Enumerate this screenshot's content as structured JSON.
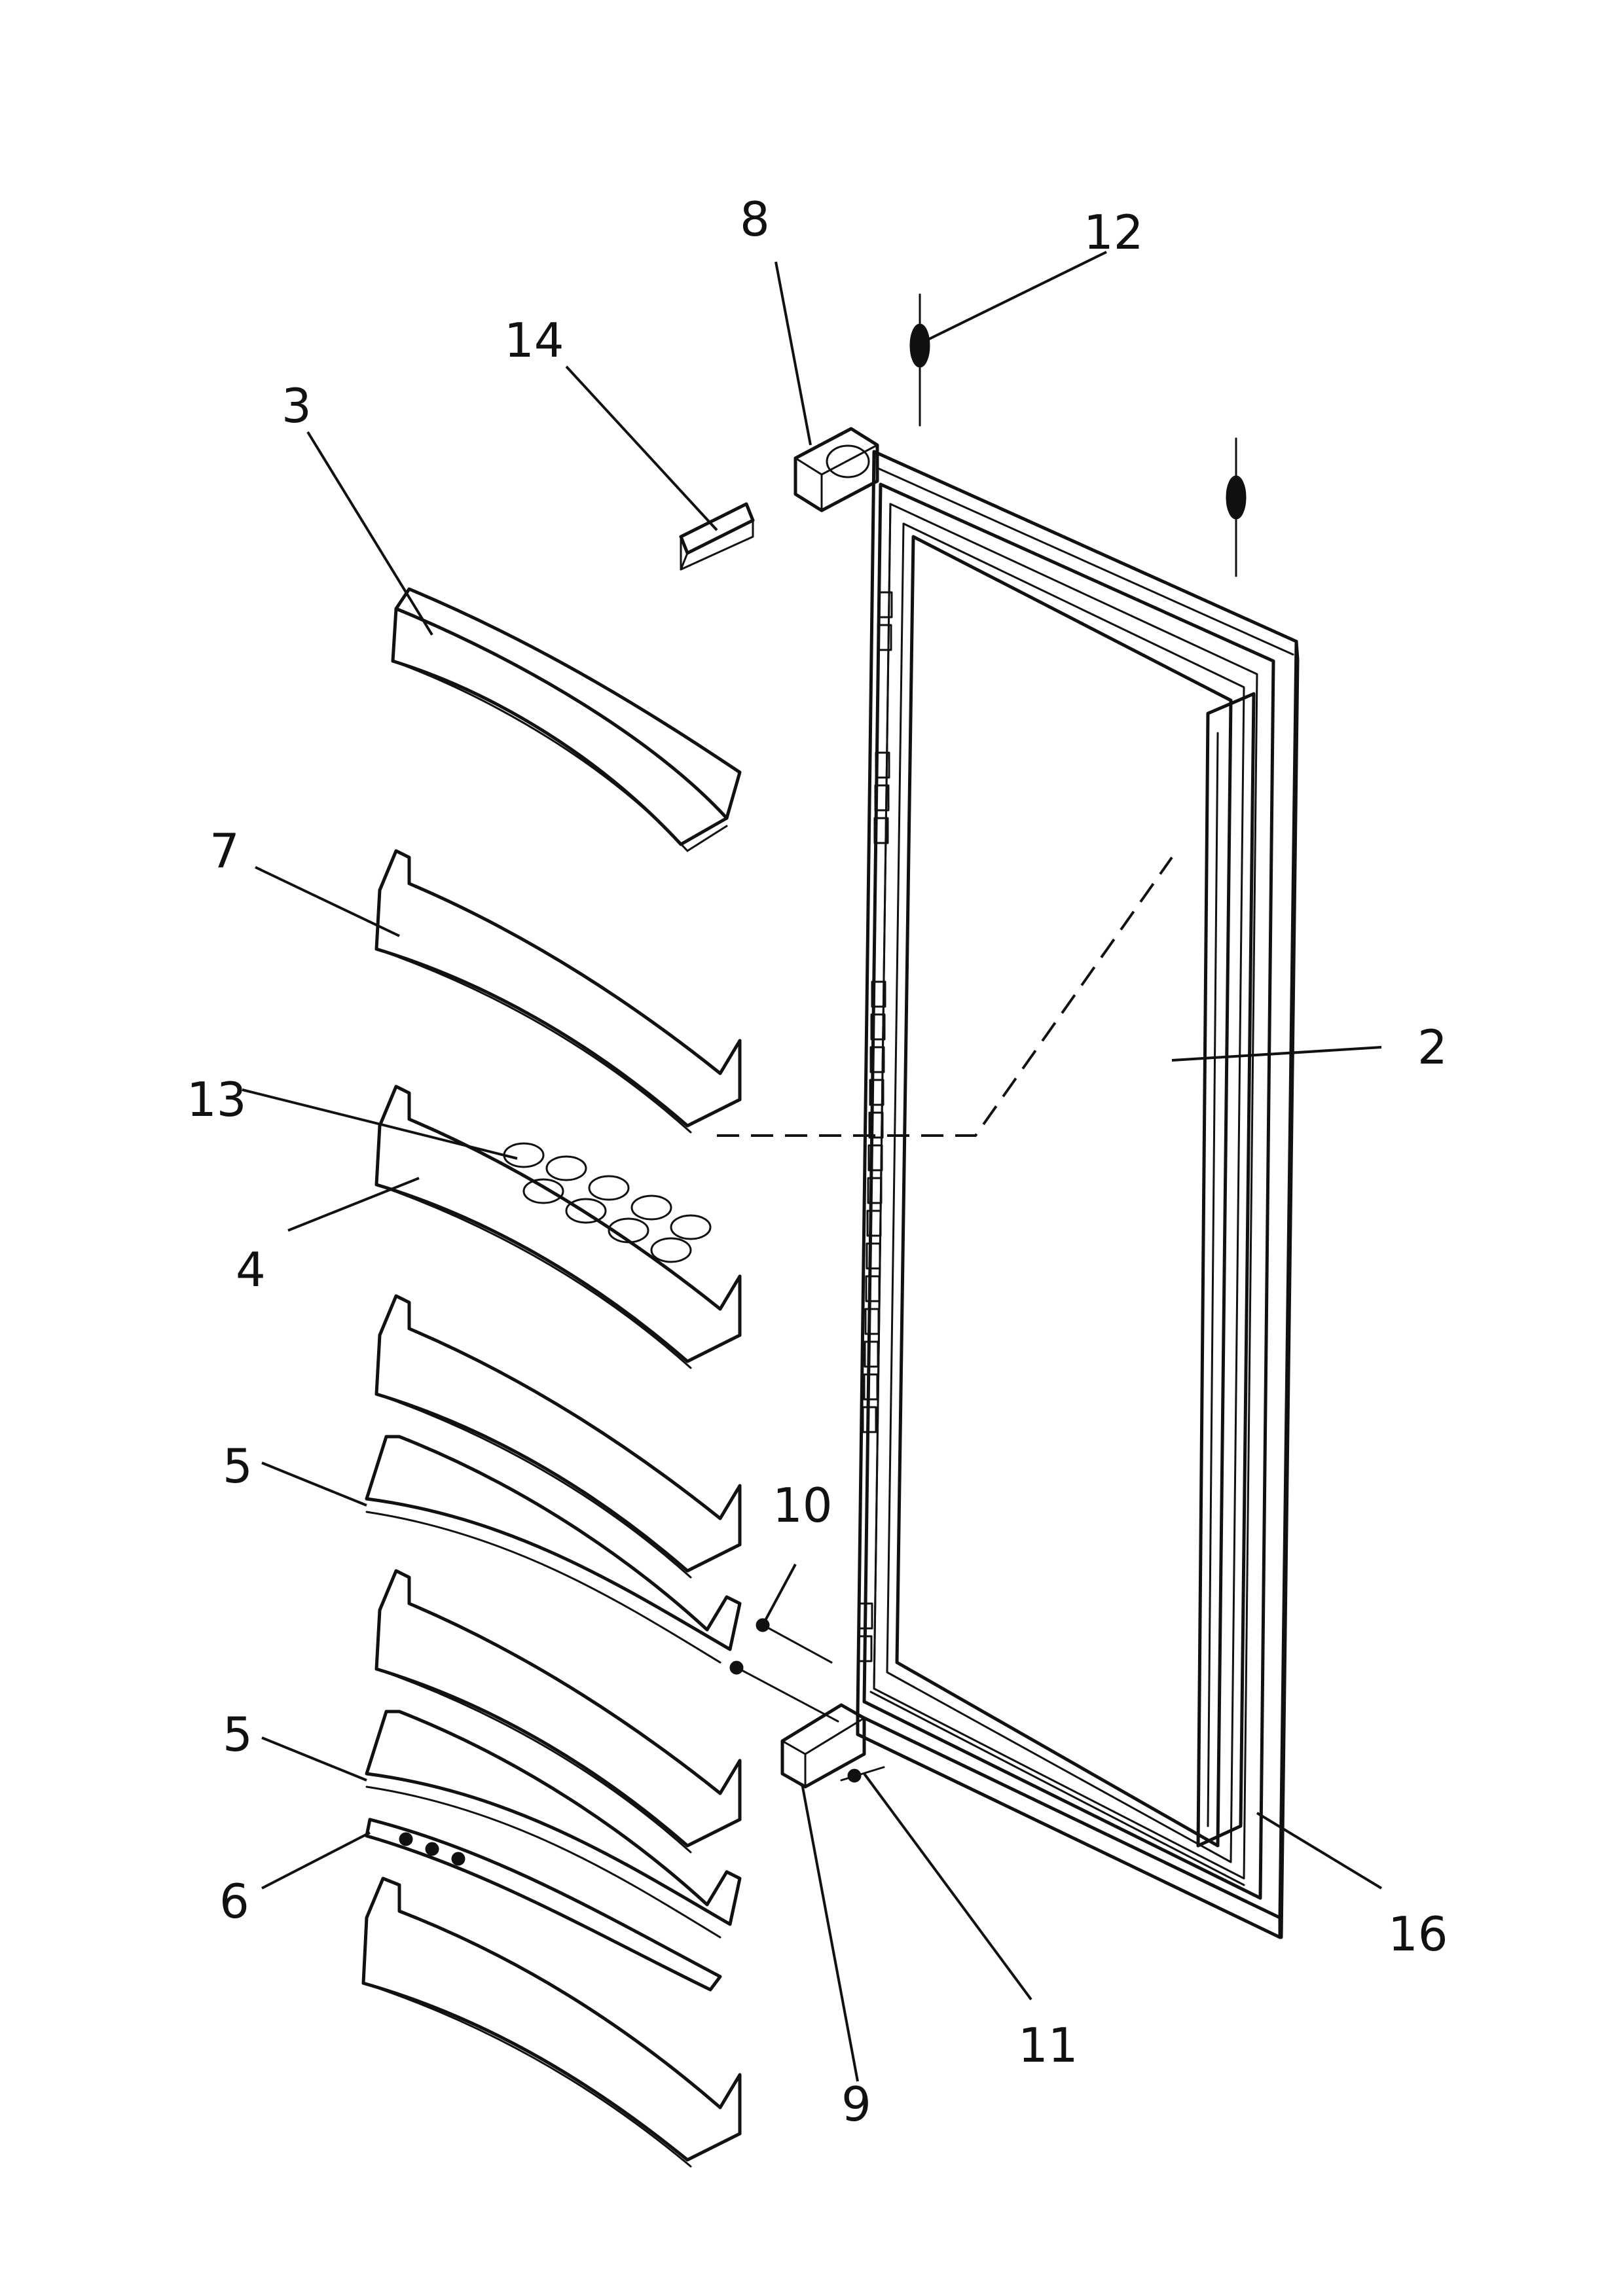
{
  "callouts": {
    "c2": "2",
    "c3": "3",
    "c4": "4",
    "c5a": "5",
    "c5b": "5",
    "c6": "6",
    "c7": "7",
    "c8": "8",
    "c9": "9",
    "c10": "10",
    "c11": "11",
    "c12": "12",
    "c13": "13",
    "c14": "14",
    "c16": "16"
  },
  "colors": {
    "ink": "#111111",
    "paper": "#ffffff"
  }
}
